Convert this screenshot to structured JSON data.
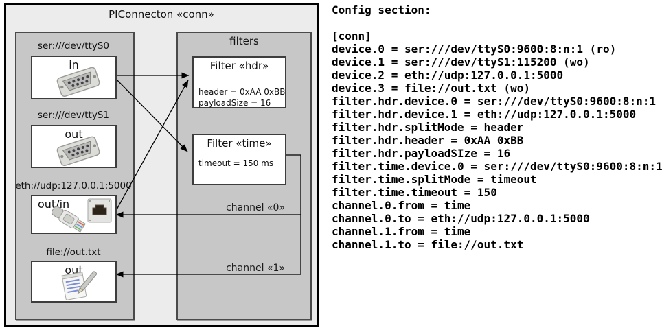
{
  "colors": {
    "outer_bg": "#ececec",
    "group_bg": "#c7c7c7",
    "box_bg": "#ffffff",
    "line": "#000000"
  },
  "diagram": {
    "title": "PIConnecton «conn»",
    "devices": [
      {
        "label": "ser:///dev/ttyS0",
        "port": "in",
        "icon": "serial-connector-icon"
      },
      {
        "label": "ser:///dev/ttyS1",
        "port": "out",
        "icon": "serial-connector-icon"
      },
      {
        "label": "eth://udp:127.0.0.1:5000",
        "port": "out/in",
        "icon": "ethernet-icon"
      },
      {
        "label": "file://out.txt",
        "port": "out",
        "icon": "notepad-pen-icon"
      }
    ],
    "filters_group": {
      "title": "filters",
      "filters": [
        {
          "title": "Filter «hdr»",
          "properties": [
            "header = 0xAA 0xBB",
            "payloadSize = 16"
          ]
        },
        {
          "title": "Filter «time»",
          "properties": [
            "timeout = 150 ms"
          ]
        }
      ]
    },
    "channels": [
      {
        "label": "channel «0»"
      },
      {
        "label": "channel «1»"
      }
    ]
  },
  "config": {
    "heading": "Config section:",
    "lines": [
      "[conn]",
      "device.0 = ser:///dev/ttyS0:9600:8:n:1 (ro)",
      "device.1 = ser:///dev/ttyS1:115200 (wo)",
      "device.2 = eth://udp:127.0.0.1:5000",
      "device.3 = file://out.txt (wo)",
      "filter.hdr.device.0 = ser:///dev/ttyS0:9600:8:n:1",
      "filter.hdr.device.1 = eth://udp:127.0.0.1:5000",
      "filter.hdr.splitMode = header",
      "filter.hdr.header = 0xAA 0xBB",
      "filter.hdr.payloadSIze = 16",
      "filter.time.device.0 = ser:///dev/ttyS0:9600:8:n:1",
      "filter.time.splitMode = timeout",
      "filter.time.timeout = 150",
      "channel.0.from = time",
      "channel.0.to = eth://udp:127.0.0.1:5000",
      "channel.1.from = time",
      "channel.1.to = file://out.txt"
    ]
  }
}
